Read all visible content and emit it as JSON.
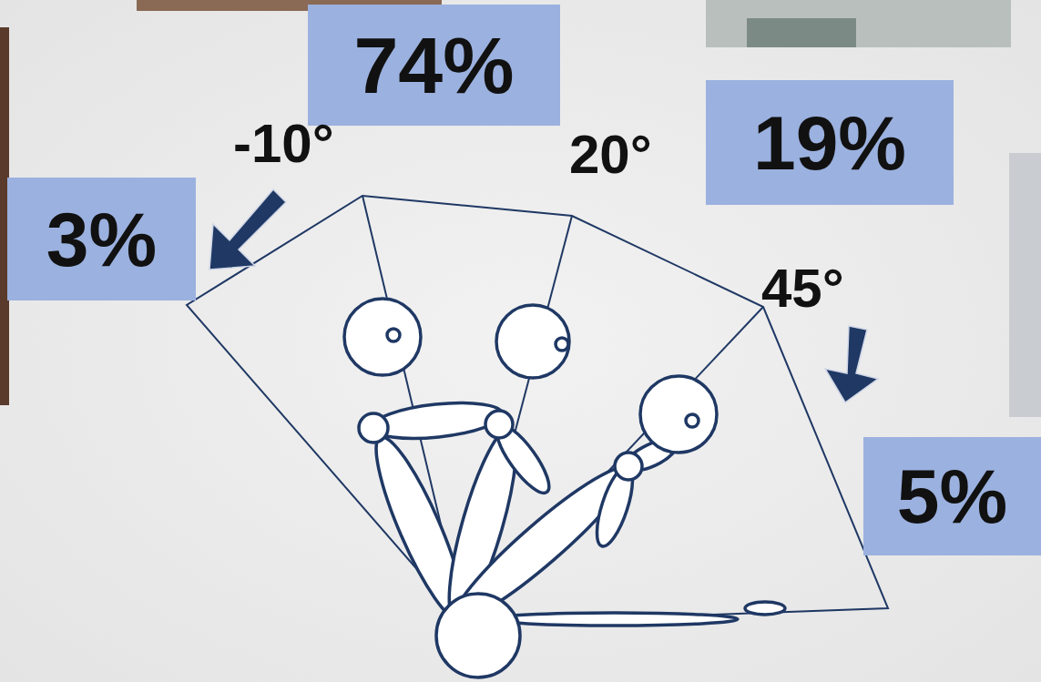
{
  "diagram": {
    "nodes": [
      {
        "text": [
          "74%"
        ]
      },
      {
        "text": [
          "19%"
        ]
      },
      {
        "text": [
          "3%"
        ]
      },
      {
        "text": [
          "5%"
        ]
      }
    ],
    "labels": [
      "-10°",
      "20°",
      "45°"
    ]
  }
}
